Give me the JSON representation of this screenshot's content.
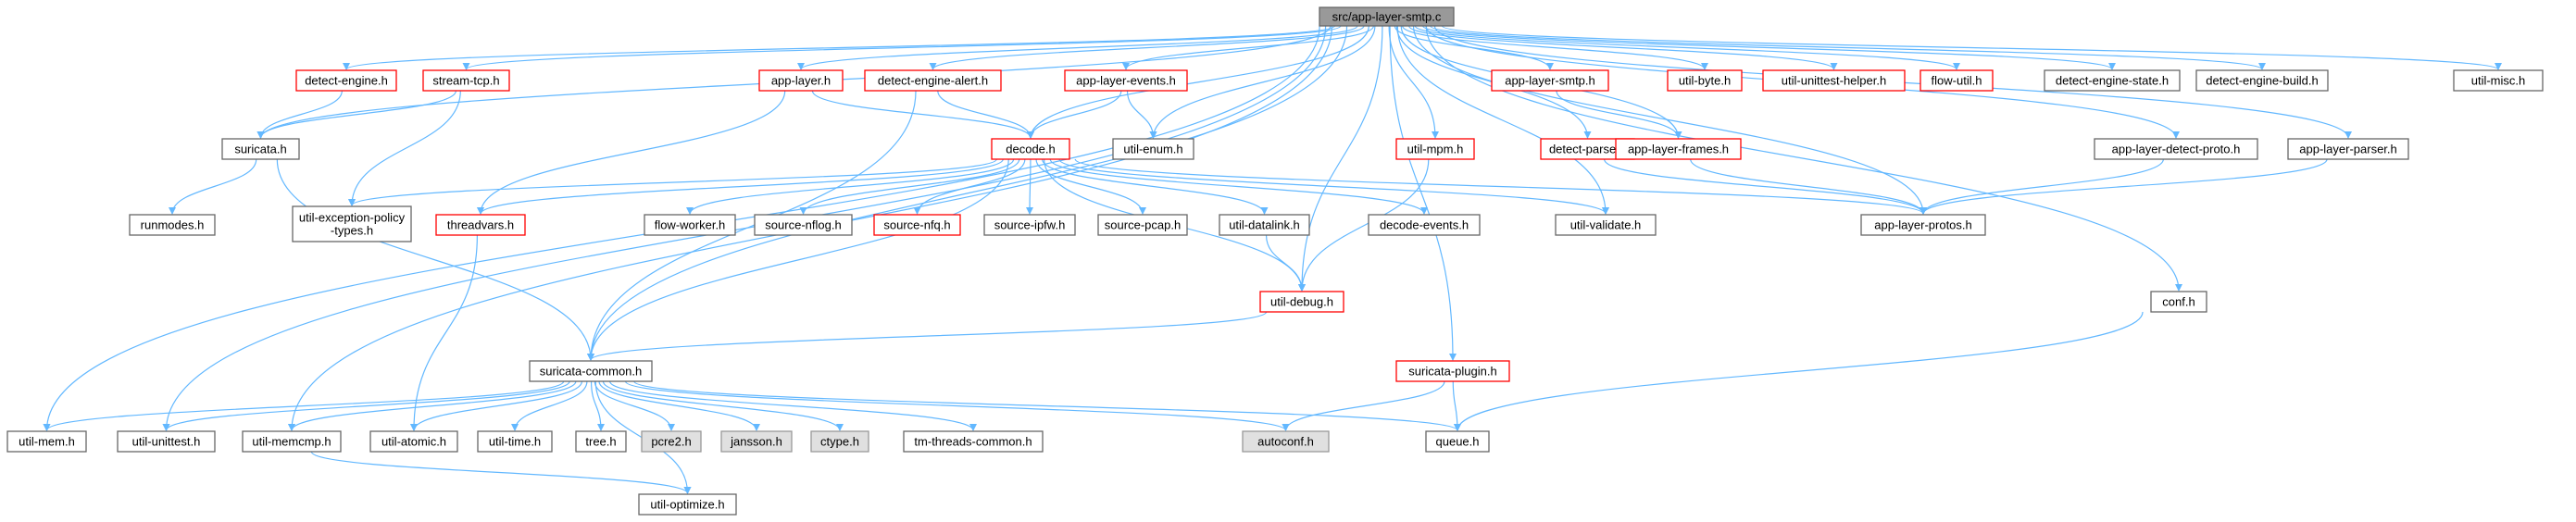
{
  "diagram": {
    "colors": {
      "edge": "#63b8ff",
      "node_default_border": "#666666",
      "node_incomplete_border": "#ff0000",
      "node_fill": "#ffffff",
      "node_root_fill": "#999999",
      "node_system_fill": "#e0e0e0",
      "node_system_border": "#999999"
    },
    "nodes": [
      {
        "id": "root",
        "label": "src/app-layer-smtp.c",
        "style": "root"
      },
      {
        "id": "util_misc",
        "label": "util-misc.h",
        "style": "normal"
      },
      {
        "id": "detect_engine",
        "label": "detect-engine.h",
        "style": "red"
      },
      {
        "id": "stream_tcp",
        "label": "stream-tcp.h",
        "style": "red"
      },
      {
        "id": "app_layer",
        "label": "app-layer.h",
        "style": "red"
      },
      {
        "id": "detect_engine_alert",
        "label": "detect-engine-alert.h",
        "style": "red"
      },
      {
        "id": "app_layer_events",
        "label": "app-layer-events.h",
        "style": "red"
      },
      {
        "id": "app_layer_smtp",
        "label": "app-layer-smtp.h",
        "style": "red"
      },
      {
        "id": "util_byte",
        "label": "util-byte.h",
        "style": "red"
      },
      {
        "id": "util_unittest_helper",
        "label": "util-unittest-helper.h",
        "style": "red"
      },
      {
        "id": "flow_util",
        "label": "flow-util.h",
        "style": "red"
      },
      {
        "id": "detect_engine_state",
        "label": "detect-engine-state.h",
        "style": "normal"
      },
      {
        "id": "detect_engine_build",
        "label": "detect-engine-build.h",
        "style": "normal"
      },
      {
        "id": "suricata",
        "label": "suricata.h",
        "style": "normal"
      },
      {
        "id": "decode",
        "label": "decode.h",
        "style": "red"
      },
      {
        "id": "util_enum",
        "label": "util-enum.h",
        "style": "normal"
      },
      {
        "id": "util_mpm",
        "label": "util-mpm.h",
        "style": "red"
      },
      {
        "id": "detect_parse",
        "label": "detect-parse.h",
        "style": "red"
      },
      {
        "id": "app_layer_frames",
        "label": "app-layer-frames.h",
        "style": "red"
      },
      {
        "id": "app_layer_detect_proto",
        "label": "app-layer-detect-proto.h",
        "style": "normal"
      },
      {
        "id": "app_layer_parser",
        "label": "app-layer-parser.h",
        "style": "normal"
      },
      {
        "id": "runmodes",
        "label": "runmodes.h",
        "style": "normal"
      },
      {
        "id": "util_exception_policy",
        "label": [
          "util-exception-policy",
          "-types.h"
        ],
        "style": "normal"
      },
      {
        "id": "threadvars",
        "label": "threadvars.h",
        "style": "red"
      },
      {
        "id": "flow_worker",
        "label": "flow-worker.h",
        "style": "normal"
      },
      {
        "id": "source_nflog",
        "label": "source-nflog.h",
        "style": "normal"
      },
      {
        "id": "source_nfq",
        "label": "source-nfq.h",
        "style": "red"
      },
      {
        "id": "source_ipfw",
        "label": "source-ipfw.h",
        "style": "normal"
      },
      {
        "id": "source_pcap",
        "label": "source-pcap.h",
        "style": "normal"
      },
      {
        "id": "util_datalink",
        "label": "util-datalink.h",
        "style": "normal"
      },
      {
        "id": "decode_events",
        "label": "decode-events.h",
        "style": "normal"
      },
      {
        "id": "util_validate",
        "label": "util-validate.h",
        "style": "normal"
      },
      {
        "id": "app_layer_protos",
        "label": "app-layer-protos.h",
        "style": "normal"
      },
      {
        "id": "conf",
        "label": "conf.h",
        "style": "normal"
      },
      {
        "id": "util_debug",
        "label": "util-debug.h",
        "style": "red"
      },
      {
        "id": "suricata_common",
        "label": "suricata-common.h",
        "style": "normal"
      },
      {
        "id": "suricata_plugin",
        "label": "suricata-plugin.h",
        "style": "red"
      },
      {
        "id": "util_mem",
        "label": "util-mem.h",
        "style": "normal"
      },
      {
        "id": "util_unittest",
        "label": "util-unittest.h",
        "style": "normal"
      },
      {
        "id": "util_memcmp",
        "label": "util-memcmp.h",
        "style": "normal"
      },
      {
        "id": "util_atomic",
        "label": "util-atomic.h",
        "style": "normal"
      },
      {
        "id": "util_time",
        "label": "util-time.h",
        "style": "normal"
      },
      {
        "id": "tree",
        "label": "tree.h",
        "style": "normal"
      },
      {
        "id": "pcre2",
        "label": "pcre2.h",
        "style": "system"
      },
      {
        "id": "jansson",
        "label": "jansson.h",
        "style": "system"
      },
      {
        "id": "ctype",
        "label": "ctype.h",
        "style": "system"
      },
      {
        "id": "tm_threads_common",
        "label": "tm-threads-common.h",
        "style": "normal"
      },
      {
        "id": "autoconf",
        "label": "autoconf.h",
        "style": "system"
      },
      {
        "id": "queue",
        "label": "queue.h",
        "style": "normal"
      },
      {
        "id": "util_optimize",
        "label": "util-optimize.h",
        "style": "normal"
      }
    ],
    "edges": [
      [
        "root",
        "util_misc"
      ],
      [
        "root",
        "detect_engine"
      ],
      [
        "root",
        "stream_tcp"
      ],
      [
        "root",
        "app_layer"
      ],
      [
        "root",
        "detect_engine_alert"
      ],
      [
        "root",
        "app_layer_events"
      ],
      [
        "root",
        "app_layer_smtp"
      ],
      [
        "root",
        "util_byte"
      ],
      [
        "root",
        "util_unittest_helper"
      ],
      [
        "root",
        "flow_util"
      ],
      [
        "root",
        "detect_engine_state"
      ],
      [
        "root",
        "detect_engine_build"
      ],
      [
        "root",
        "suricata"
      ],
      [
        "root",
        "decode"
      ],
      [
        "root",
        "util_enum"
      ],
      [
        "root",
        "util_mpm"
      ],
      [
        "root",
        "detect_parse"
      ],
      [
        "root",
        "app_layer_frames"
      ],
      [
        "root",
        "app_layer_detect_proto"
      ],
      [
        "root",
        "app_layer_parser"
      ],
      [
        "root",
        "app_layer_protos"
      ],
      [
        "root",
        "conf"
      ],
      [
        "root",
        "util_validate"
      ],
      [
        "root",
        "util_debug"
      ],
      [
        "root",
        "suricata_common"
      ],
      [
        "root",
        "suricata_plugin"
      ],
      [
        "root",
        "util_mem"
      ],
      [
        "root",
        "util_unittest"
      ],
      [
        "root",
        "util_memcmp"
      ],
      [
        "detect_engine",
        "suricata"
      ],
      [
        "stream_tcp",
        "suricata"
      ],
      [
        "stream_tcp",
        "util_exception_policy"
      ],
      [
        "app_layer",
        "decode"
      ],
      [
        "app_layer",
        "threadvars"
      ],
      [
        "detect_engine_alert",
        "decode"
      ],
      [
        "detect_engine_alert",
        "suricata_common"
      ],
      [
        "app_layer_events",
        "decode"
      ],
      [
        "app_layer_events",
        "util_enum"
      ],
      [
        "app_layer_smtp",
        "app_layer_frames"
      ],
      [
        "suricata",
        "runmodes"
      ],
      [
        "suricata",
        "suricata_common"
      ],
      [
        "decode",
        "util_exception_policy"
      ],
      [
        "decode",
        "threadvars"
      ],
      [
        "decode",
        "flow_worker"
      ],
      [
        "decode",
        "source_nflog"
      ],
      [
        "decode",
        "source_nfq"
      ],
      [
        "decode",
        "source_ipfw"
      ],
      [
        "decode",
        "source_pcap"
      ],
      [
        "decode",
        "util_datalink"
      ],
      [
        "decode",
        "decode_events"
      ],
      [
        "decode",
        "util_validate"
      ],
      [
        "decode",
        "app_layer_protos"
      ],
      [
        "decode",
        "util_debug"
      ],
      [
        "decode",
        "suricata_common"
      ],
      [
        "util_mpm",
        "util_debug"
      ],
      [
        "detect_parse",
        "app_layer_protos"
      ],
      [
        "app_layer_frames",
        "app_layer_protos"
      ],
      [
        "app_layer_detect_proto",
        "app_layer_protos"
      ],
      [
        "app_layer_parser",
        "app_layer_protos"
      ],
      [
        "threadvars",
        "util_atomic"
      ],
      [
        "util_datalink",
        "util_debug"
      ],
      [
        "util_debug",
        "suricata_common"
      ],
      [
        "conf",
        "queue"
      ],
      [
        "suricata_plugin",
        "autoconf"
      ],
      [
        "suricata_plugin",
        "queue"
      ],
      [
        "suricata_common",
        "util_mem"
      ],
      [
        "suricata_common",
        "util_unittest"
      ],
      [
        "suricata_common",
        "util_memcmp"
      ],
      [
        "suricata_common",
        "util_atomic"
      ],
      [
        "suricata_common",
        "util_time"
      ],
      [
        "suricata_common",
        "tree"
      ],
      [
        "suricata_common",
        "pcre2"
      ],
      [
        "suricata_common",
        "jansson"
      ],
      [
        "suricata_common",
        "ctype"
      ],
      [
        "suricata_common",
        "tm_threads_common"
      ],
      [
        "suricata_common",
        "autoconf"
      ],
      [
        "suricata_common",
        "queue"
      ],
      [
        "suricata_common",
        "util_optimize"
      ],
      [
        "util_memcmp",
        "util_optimize"
      ]
    ]
  }
}
